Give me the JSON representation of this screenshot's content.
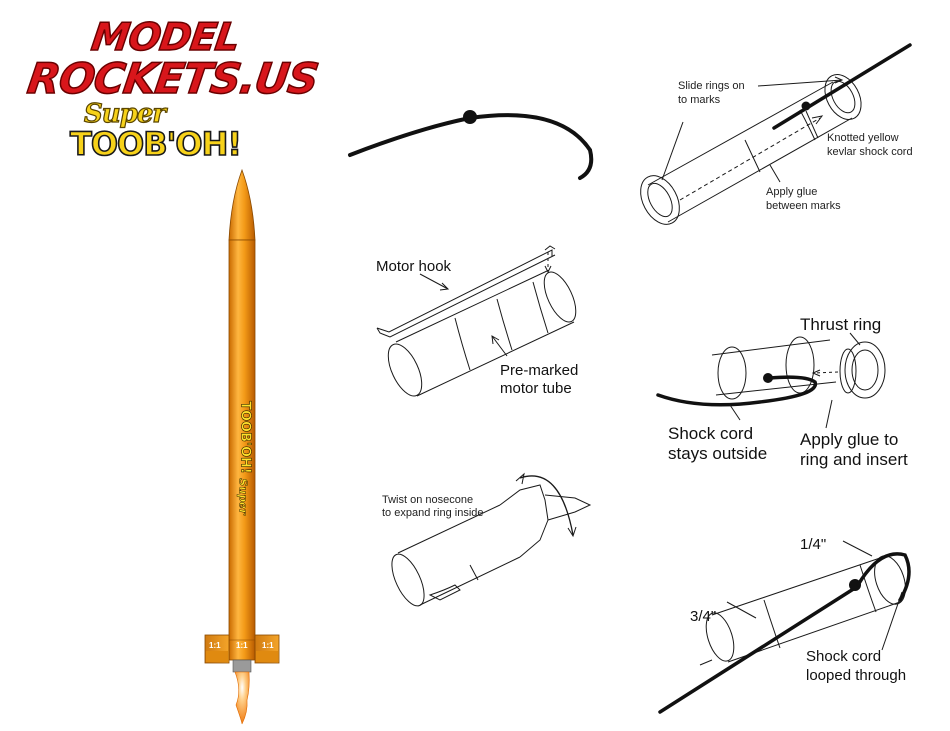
{
  "logo": {
    "line1": "MODEL",
    "line2": "ROCKETS.US",
    "line3": "Super",
    "line4": "TOOB'OH!",
    "colors": {
      "red": "#d8161b",
      "yellow": "#f7d21a"
    }
  },
  "rocket": {
    "decal_main": "TOOB'OH!",
    "decal_super": "Super",
    "fin_mark": "1:1",
    "colors": {
      "body": "#f39a17",
      "flame": "#f5a030"
    }
  },
  "steps": {
    "motor_hook": {
      "hook_label": "Motor hook",
      "tube_label_1": "Pre-marked",
      "tube_label_2": "motor tube"
    },
    "rings": {
      "slide_1": "Slide rings on",
      "slide_2": "to marks",
      "cord_1": "Knotted yellow",
      "cord_2": "kevlar shock cord",
      "glue_1": "Apply glue",
      "glue_2": "between marks"
    },
    "thrust": {
      "thrust_label": "Thrust ring",
      "cord_1": "Shock cord",
      "cord_2": "stays outside",
      "glue_1": "Apply glue to",
      "glue_2": "ring and insert"
    },
    "nosecone": {
      "twist_1": "Twist on nosecone",
      "twist_2": "to expand ring inside"
    },
    "loop": {
      "quarter": "1/4\"",
      "three_quarter": "3/4\"",
      "cord_1": "Shock cord",
      "cord_2": "looped through"
    }
  }
}
